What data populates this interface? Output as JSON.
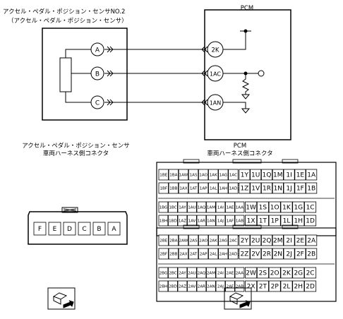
{
  "sensor": {
    "title_line1": "アクセル・ペダル・ポジション・センサNO.2",
    "title_line2": "（アクセル・ペダル・ポジション・センサ）",
    "pins": [
      "A",
      "B",
      "C"
    ]
  },
  "pcm": {
    "title": "PCM",
    "pins": [
      "2K",
      "1AC",
      "1AN"
    ]
  },
  "sensor_connector": {
    "title_line1": "アクセル・ペダル・ポジション・センサ",
    "title_line2": "車両ハーネス側コネクタ",
    "pins": [
      "F",
      "E",
      "D",
      "C",
      "B",
      "A"
    ]
  },
  "pcm_connector": {
    "title_line1": "PCM",
    "title_line2": "車両ハーネス側コネクタ",
    "block1": {
      "row1_small": [
        "1BE",
        "1BA",
        "1AW",
        "1AS",
        "1AO",
        "1AK",
        "1AG",
        "1AC"
      ],
      "row1_large": [
        "1Y",
        "1U",
        "1Q",
        "1M",
        "1I",
        "1E",
        "1A"
      ],
      "row2_small": [
        "1BF",
        "1BB",
        "1AX",
        "1AT",
        "1AP",
        "1AL",
        "1AH",
        "1AD"
      ],
      "row2_large": [
        "1Z",
        "1V",
        "1R",
        "1N",
        "1J",
        "1F",
        "1B"
      ],
      "row3_small": [
        "1BG",
        "1BC",
        "1AY",
        "1AU",
        "1AQ",
        "1AM",
        "1AI",
        "1AE",
        "1AA"
      ],
      "row3_large": [
        "1W",
        "1S",
        "1O",
        "1K",
        "1G",
        "1C"
      ],
      "row4_small": [
        "1BH",
        "1BD",
        "1AZ",
        "1AV",
        "1AR",
        "1AN",
        "1AJ",
        "1AF",
        "1AB"
      ],
      "row4_large": [
        "1X",
        "1T",
        "1P",
        "1L",
        "1H",
        "1D"
      ]
    },
    "block2": {
      "row1_small": [
        "2BE",
        "2BA",
        "2AW",
        "2AS",
        "2AO",
        "2AK",
        "2AG",
        "2AC"
      ],
      "row1_large": [
        "2Y",
        "2U",
        "2Q",
        "2M",
        "2I",
        "2E",
        "2A"
      ],
      "row2_small": [
        "2BF",
        "2BB",
        "2AX",
        "2AT",
        "2AP",
        "2AL",
        "2AH",
        "2AD"
      ],
      "row2_large": [
        "2Z",
        "2V",
        "2R",
        "2N",
        "2J",
        "2F",
        "2B"
      ],
      "row3_small": [
        "2BG",
        "2BC",
        "2AY",
        "2AU",
        "2AQ",
        "2AM",
        "2AI",
        "2AE",
        "2AA"
      ],
      "row3_large": [
        "2W",
        "2S",
        "2O",
        "2K",
        "2G",
        "2C"
      ],
      "row4_small": [
        "2BH",
        "2BD",
        "2AZ",
        "2AV",
        "2AR",
        "2AN",
        "2AJ",
        "2AF",
        "2AB"
      ],
      "row4_large": [
        "2X",
        "2T",
        "2P",
        "2L",
        "2H",
        "2D"
      ]
    }
  },
  "colors": {
    "line": "#000000",
    "background": "#ffffff"
  }
}
